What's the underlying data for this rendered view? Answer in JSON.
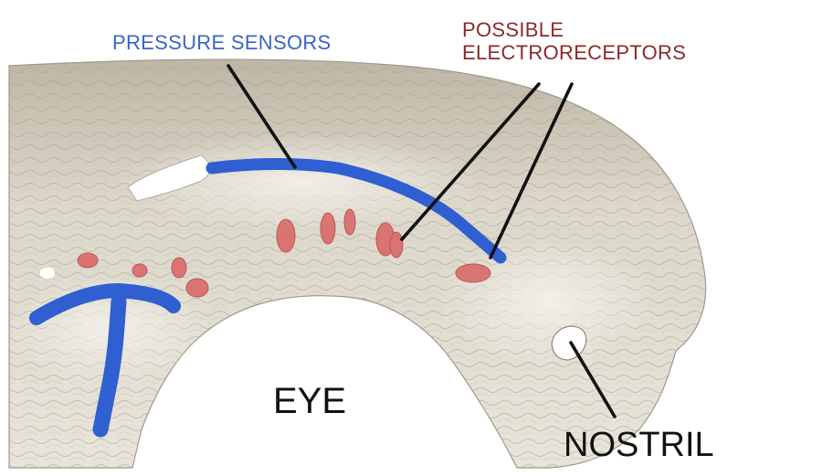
{
  "labels": {
    "pressure_sensors": "PRESSURE SENSORS",
    "possible": "POSSIBLE",
    "electroreceptors": "ELECTRORECEPTORS",
    "eye": "EYE",
    "nostril": "NOSTRIL"
  },
  "colors": {
    "pressure_sensors": "#3b64c8",
    "electroreceptors": "#8b2a2a",
    "eye": "#111111",
    "nostril": "#111111",
    "skull": "#d9d4c6",
    "skull_shadow": "#b8b2a2",
    "sensor_tube": "#2f5fd0",
    "receptor_blob": "#d96a6a",
    "pointer_line": "#111111"
  },
  "icons": {
    "background": "skull-3d-render"
  }
}
